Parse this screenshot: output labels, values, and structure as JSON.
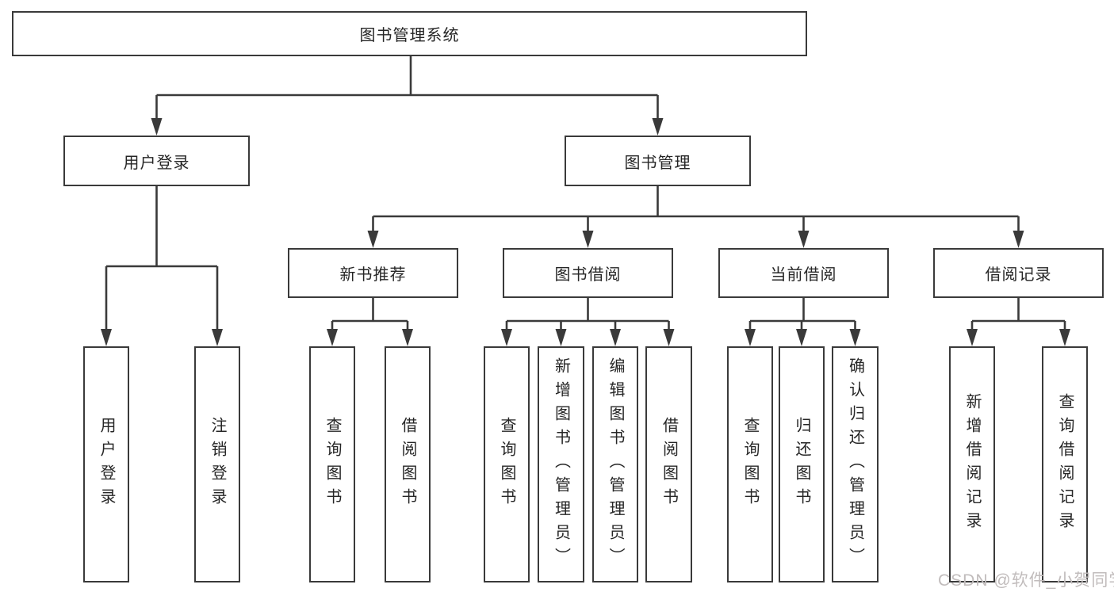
{
  "diagram": {
    "root": {
      "label": "图书管理系统"
    },
    "branches": [
      {
        "label": "用户登录",
        "children": [
          {
            "label": "用户登录"
          },
          {
            "label": "注销登录"
          }
        ]
      },
      {
        "label": "图书管理",
        "children": [
          {
            "label": "新书推荐",
            "children": [
              {
                "label": "查询图书"
              },
              {
                "label": "借阅图书"
              }
            ]
          },
          {
            "label": "图书借阅",
            "children": [
              {
                "label": "查询图书"
              },
              {
                "label": "新增图书（管理员）"
              },
              {
                "label": "编辑图书（管理员）"
              },
              {
                "label": "借阅图书"
              }
            ]
          },
          {
            "label": "当前借阅",
            "children": [
              {
                "label": "查询图书"
              },
              {
                "label": "归还图书"
              },
              {
                "label": "确认归还（管理员）"
              }
            ]
          },
          {
            "label": "借阅记录",
            "children": [
              {
                "label": "新增借阅记录"
              },
              {
                "label": "查询借阅记录"
              }
            ]
          }
        ]
      }
    ]
  },
  "watermark": {
    "text": "CSDN @软件_小贺同学"
  },
  "colors": {
    "line": "#3a3a3a",
    "text": "#262626",
    "box_bg": "#ffffff",
    "page_bg": "#ffffff",
    "watermark": "#c1bcbc"
  }
}
